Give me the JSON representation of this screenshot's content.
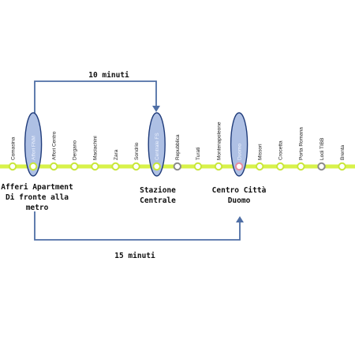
{
  "colors": {
    "line": "#d8f24a",
    "station_stroke": "#c8e63a",
    "gray_station": "#8a8a8a",
    "duomo_station": "#e88da0",
    "arrow": "#4f6fa6",
    "highlight_fill": "#aec0e4",
    "highlight_stroke": "#1f3b7a"
  },
  "stations": [
    {
      "name": "Comasina",
      "style": "normal",
      "highlight": false
    },
    {
      "name": "Affori FNM",
      "style": "normal",
      "highlight": true
    },
    {
      "name": "Affori Centro",
      "style": "normal",
      "highlight": false
    },
    {
      "name": "Dergano",
      "style": "normal",
      "highlight": false
    },
    {
      "name": "Maciachini",
      "style": "normal",
      "highlight": false
    },
    {
      "name": "Zara",
      "style": "normal",
      "highlight": false
    },
    {
      "name": "Sondrio",
      "style": "normal",
      "highlight": false
    },
    {
      "name": "Centrale FS",
      "style": "normal",
      "highlight": true
    },
    {
      "name": "Repubblica",
      "style": "gray",
      "highlight": false
    },
    {
      "name": "Turati",
      "style": "normal",
      "highlight": false
    },
    {
      "name": "Montenapoleone",
      "style": "normal",
      "highlight": false
    },
    {
      "name": "Duomo",
      "style": "duomo",
      "highlight": true
    },
    {
      "name": "Missori",
      "style": "normal",
      "highlight": false
    },
    {
      "name": "Crocetta",
      "style": "normal",
      "highlight": false
    },
    {
      "name": "Porta Romana",
      "style": "normal",
      "highlight": false
    },
    {
      "name": "Lodi TIBB",
      "style": "gray",
      "highlight": false
    },
    {
      "name": "Brenta",
      "style": "normal",
      "highlight": false
    }
  ],
  "captions": {
    "affori": [
      "Afferi Apartment",
      "Di fronte alla",
      "metro"
    ],
    "centrale": [
      "Stazione",
      "Centrale"
    ],
    "duomo": [
      "Centro Città",
      "Duomo"
    ]
  },
  "routes": {
    "top": "10 minuti",
    "bottom": "15 minuti"
  }
}
